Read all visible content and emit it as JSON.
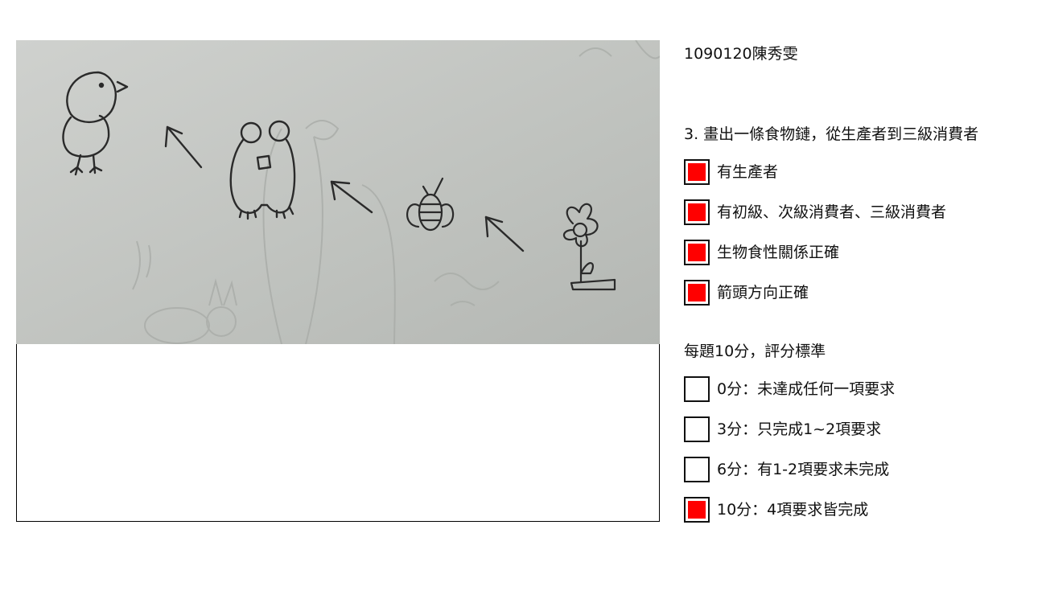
{
  "student": {
    "name": "1090120陳秀雯"
  },
  "question": {
    "title": "3. 畫出一條食物鏈，從生產者到三級消費者",
    "criteria": [
      {
        "label": "有生產者",
        "checked": true
      },
      {
        "label": "有初級、次級消費者、三級消費者",
        "checked": true
      },
      {
        "label": "生物食性關係正確",
        "checked": true
      },
      {
        "label": "箭頭方向正確",
        "checked": true
      }
    ]
  },
  "scoring": {
    "title": "每題10分，評分標準",
    "levels": [
      {
        "label": "0分：未達成任何一項要求",
        "checked": false
      },
      {
        "label": "3分：只完成1~2項要求",
        "checked": false
      },
      {
        "label": "6分：有1-2項要求未完成",
        "checked": false
      },
      {
        "label": "10分：4項要求皆完成",
        "checked": true
      }
    ]
  },
  "colors": {
    "check_fill": "#ff0000",
    "paper": "#c3c5c2"
  }
}
